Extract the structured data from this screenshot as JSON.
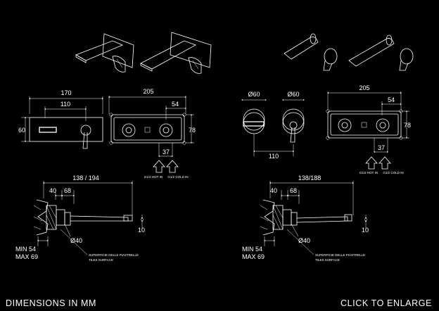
{
  "footer": {
    "dimensions_label": "DIMENSIONS IN MM",
    "enlarge_label": "CLICK TO ENLARGE"
  },
  "left_model": {
    "front": {
      "width": "170",
      "spout_spacing": "110",
      "height": "60"
    },
    "plate": {
      "width": "205",
      "offset": "54",
      "height": "78",
      "inlet_spacing": "37",
      "hot_label": "G1/2 HOT IN",
      "cold_label": "G1/2 COLD IN"
    },
    "section": {
      "projection": "138 / 194",
      "depth_a": "40",
      "depth_b": "68",
      "diameter": "Ø40",
      "outlet": "10",
      "min_depth": "MIN 54",
      "max_depth": "MAX 69",
      "tile_label_it": "SUPERFICIE DELLE PIASTRELLE",
      "tile_label_en": "TILES SURFACE"
    }
  },
  "right_model": {
    "front": {
      "spout_diameter": "Ø60",
      "lever_diameter": "Ø60",
      "spacing": "110"
    },
    "plate": {
      "width": "205",
      "offset": "54",
      "height": "78",
      "inlet_spacing": "37",
      "hot_label": "G1/2 HOT IN",
      "cold_label": "G1/2 COLD IN"
    },
    "section": {
      "projection": "138/188",
      "depth_a": "40",
      "depth_b": "68",
      "diameter": "Ø40",
      "outlet": "10",
      "min_depth": "MIN 54",
      "max_depth": "MAX 69",
      "tile_label_it": "SUPERFICIE DELLE PIASTRELLE",
      "tile_label_en": "TILES SURFACE"
    }
  }
}
